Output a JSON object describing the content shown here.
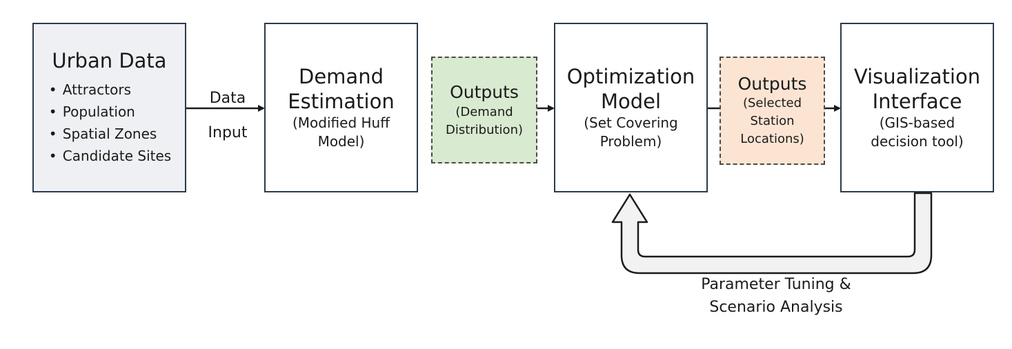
{
  "boxes": {
    "urban_data": {
      "title": "Urban Data",
      "bullets": [
        "Attractors",
        "Population",
        "Spatial Zones",
        "Candidate Sites"
      ]
    },
    "demand_estimation": {
      "title": "Demand\nEstimation",
      "subtitle": "(Modified Huff\nModel)"
    },
    "outputs_demand": {
      "title": "Outputs",
      "subtitle": "(Demand\nDistribution)"
    },
    "optimization_model": {
      "title": "Optimization\nModel",
      "subtitle": "(Set Covering\nProblem)"
    },
    "outputs_stations": {
      "title": "Outputs",
      "subtitle": "(Selected\nStation\nLocations)"
    },
    "visualization_interface": {
      "title": "Visualization\nInterface",
      "subtitle": "(GIS-based\ndecision tool)"
    }
  },
  "labels": {
    "data_input": "Data\nInput",
    "feedback": "Parameter Tuning &\nScenario Analysis"
  },
  "colors": {
    "border": "#2b3a4a",
    "gray_fill": "#eef0f3",
    "green_fill": "#d8ead0",
    "peach_fill": "#fbe4d2",
    "feedback_arrow_fill": "#f2f2f2"
  }
}
